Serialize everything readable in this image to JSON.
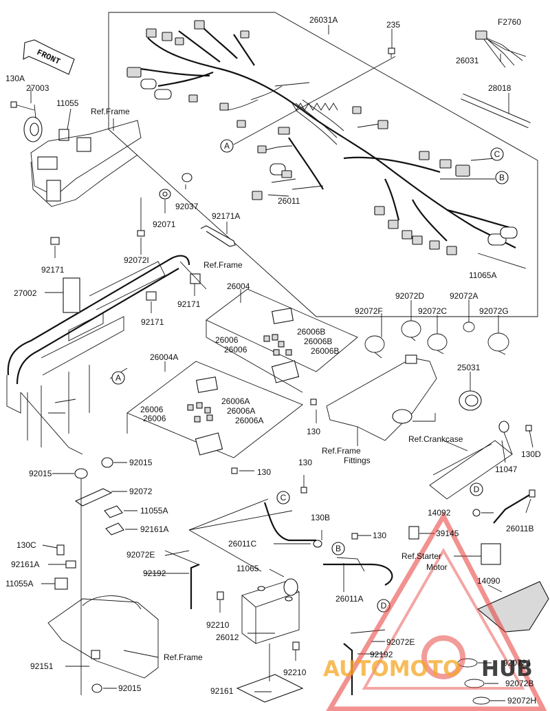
{
  "labels": {
    "l26031A": "26031A",
    "l235": "235",
    "lF2760": "F2760",
    "l26031": "26031",
    "l28018": "28018",
    "l130A": "130A",
    "l27003": "27003",
    "l11055": "11055",
    "lRefFrame1": "Ref.Frame",
    "l92037": "92037",
    "l92071": "92071",
    "l92171A": "92171A",
    "l26011": "26011",
    "l11065A": "11065A",
    "l92171_1": "92171",
    "l92072I": "92072I",
    "lRefFrame2": "Ref.Frame",
    "l27002": "27002",
    "l92171_2": "92171",
    "l92171_3": "92171",
    "l26004": "26004",
    "l26006_1": "26006",
    "l26006B_1": "26006B",
    "l26006B_2": "26006B",
    "l26006_2": "26006",
    "l26006B_3": "26006B",
    "l26004A": "26004A",
    "l26006_3": "26006",
    "l26006A_1": "26006A",
    "l26006_4": "26006",
    "l26006A_2": "26006A",
    "l26006_5": "26006",
    "l26006A_3": "26006A",
    "l130_1": "130",
    "l130_2": "130",
    "l92072F": "92072F",
    "l92072D": "92072D",
    "l92072C": "92072C",
    "l92072A": "92072A",
    "l92072G": "92072G",
    "l25031": "25031",
    "lRefFrameFittings1": "Ref.Frame",
    "lRefFrameFittings2": "Fittings",
    "lRefCrankcase": "Ref.Crankcase",
    "l130D": "130D",
    "l11047": "11047",
    "l92015_1": "92015",
    "l92015_2": "92015",
    "l92072": "92072",
    "l11055A_1": "11055A",
    "l92161A_1": "92161A",
    "l130C": "130C",
    "l92161A_2": "92161A",
    "l11055A_2": "11055A",
    "l92151": "92151",
    "lRefFrame3": "Ref.Frame",
    "l92015_3": "92015",
    "l130_3": "130",
    "l130B": "130B",
    "l130_4": "130",
    "l26011C": "26011C",
    "l92072E_1": "92072E",
    "l92192_1": "92192",
    "l11065": "11065",
    "l26011A": "26011A",
    "l92210_1": "92210",
    "l26012": "26012",
    "l92210_2": "92210",
    "l92161": "92161",
    "l92072E_2": "92072E",
    "l92192_2": "92192",
    "l14092": "14092",
    "l26011B": "26011B",
    "l39145": "39145",
    "lRefStarter1": "Ref.Starter",
    "lRefStarter2": "Motor",
    "l14090": "14090",
    "l92072J": "92072J",
    "l92072B": "92072B",
    "l92072H": "92072H"
  },
  "callouts": {
    "A1": "A",
    "A2": "A",
    "B1": "B",
    "B2": "B",
    "C1": "C",
    "C2": "C",
    "D1": "D",
    "D2": "D"
  },
  "front_arrow": "FRONT",
  "watermark": {
    "part1": "AUTOMOTO",
    "part2": "HUB",
    "color1": "#f5a623",
    "color2": "#222222",
    "accent": "#e53935"
  }
}
